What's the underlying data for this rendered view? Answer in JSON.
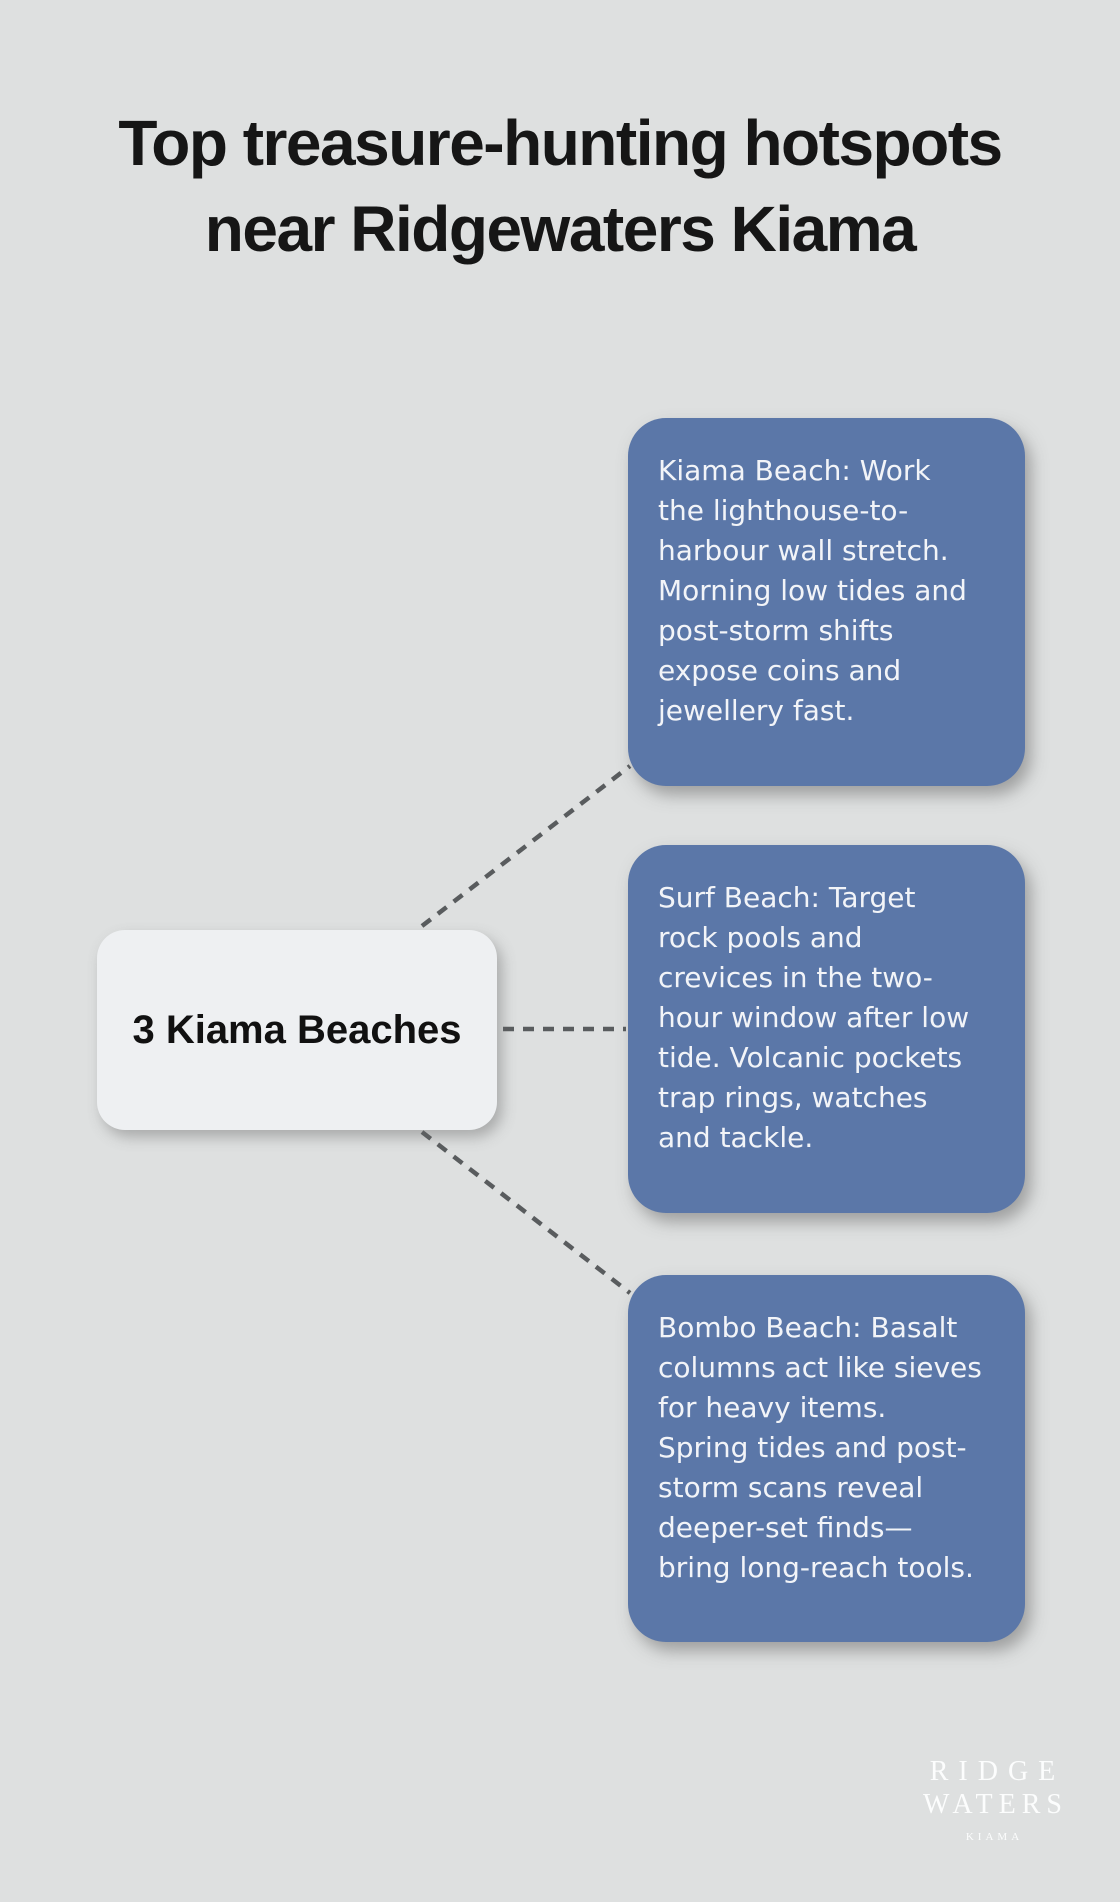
{
  "title": {
    "line1": "Top treasure-hunting hotspots",
    "line2": "near Ridgewaters Kiama"
  },
  "center_node": {
    "label": "3 Kiama Beaches"
  },
  "cards": [
    {
      "name": "Kiama Beach",
      "text": "Kiama Beach: Work\nthe lighthouse-to-\nharbour wall stretch.\nMorning low tides and\npost-storm shifts\nexpose coins and\njewellery fast."
    },
    {
      "name": "Surf Beach",
      "text": "Surf Beach: Target\nrock pools and\ncrevices in the two-\nhour window after low\ntide. Volcanic pockets\ntrap rings, watches\nand tackle."
    },
    {
      "name": "Bombo Beach",
      "text": "Bombo Beach: Basalt\ncolumns act like sieves\nfor heavy items.\nSpring tides and post-\nstorm scans reveal\ndeeper-set finds—\nbring long-reach tools."
    }
  ],
  "logo": {
    "line1": "RIDGE",
    "line2": "WATERS",
    "line3": "KIAMA"
  },
  "colors": {
    "background": "#dee0e0",
    "card_blue": "#5b77a8",
    "card_text": "#f2f4f8",
    "node_background": "#eef0f2",
    "dark_text": "#161616",
    "connector_gray": "#595c5e",
    "logo_text": "#fcfdfd"
  }
}
